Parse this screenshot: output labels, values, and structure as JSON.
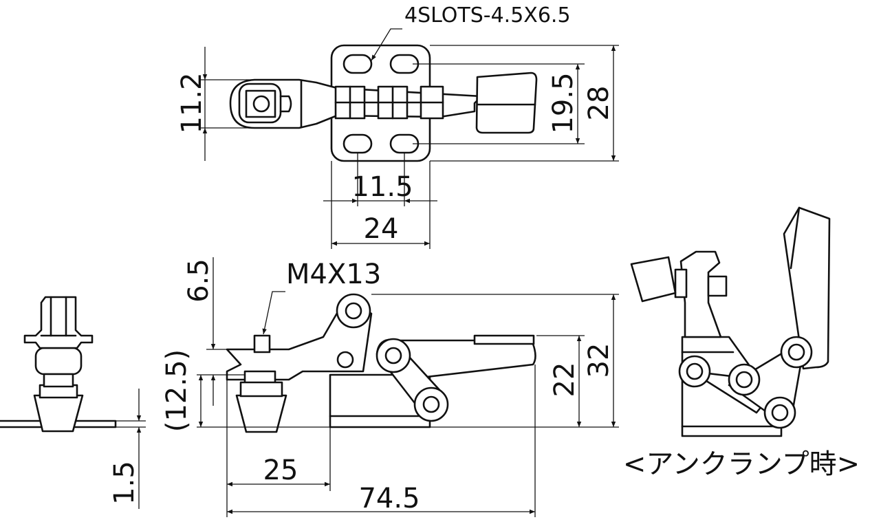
{
  "callouts": {
    "slots": "4SLOTS-4.5X6.5",
    "bolt": "M4X13"
  },
  "top_view": {
    "dim_vertical_left": "11.2",
    "dim_slot_pitch": "19.5",
    "dim_base_height": "28",
    "dim_slot_spacing": "11.5",
    "dim_base_width": "24"
  },
  "side_view": {
    "dim_spindle_top": "6.5",
    "dim_spindle_height": "(12.5)",
    "dim_pivot_height": "22",
    "dim_overall_height": "32",
    "dim_spindle_offset": "25",
    "dim_overall_length": "74.5"
  },
  "end_view": {
    "dim_base_thickness": "1.5"
  },
  "unclamp_view": {
    "caption": "<アンクランプ時>"
  }
}
